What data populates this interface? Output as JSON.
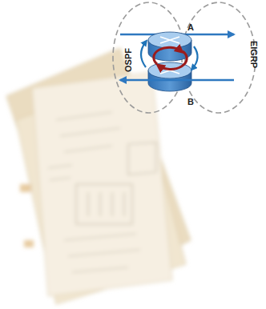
{
  "diagram": {
    "nodes": [
      {
        "text": [
          "OSPF"
        ]
      },
      {
        "text": [
          "EIGRP"
        ]
      }
    ],
    "labels": [
      "A",
      "B"
    ]
  }
}
